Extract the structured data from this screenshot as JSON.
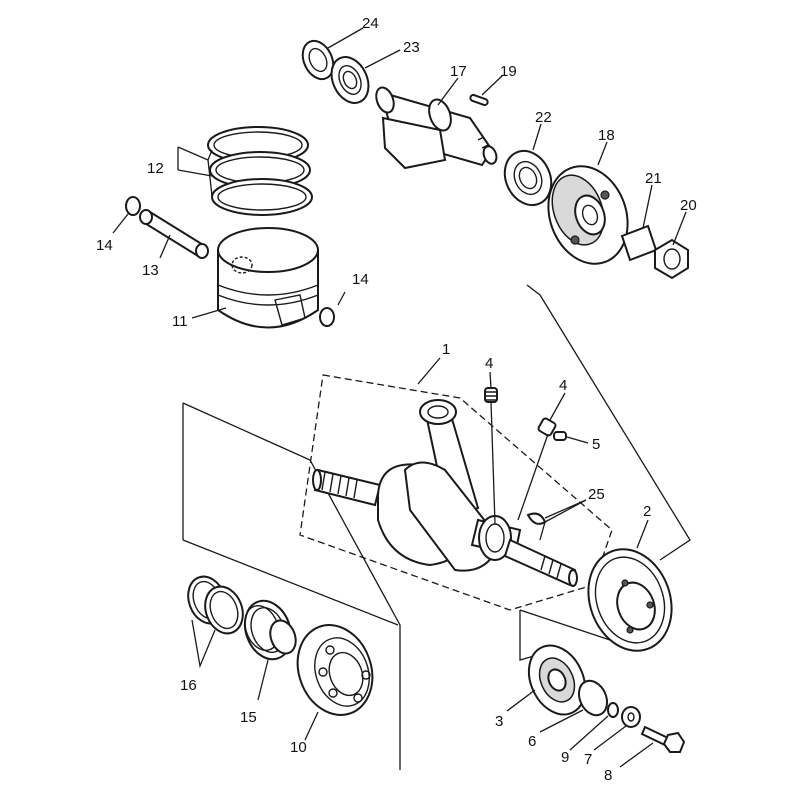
{
  "callouts": {
    "c1": "1",
    "c2": "2",
    "c3": "3",
    "c4a": "4",
    "c4b": "4",
    "c5": "5",
    "c6": "6",
    "c7": "7",
    "c8": "8",
    "c9": "9",
    "c10": "10",
    "c11": "11",
    "c12": "12",
    "c13": "13",
    "c14a": "14",
    "c14b": "14",
    "c15": "15",
    "c16": "16",
    "c17": "17",
    "c18": "18",
    "c19": "19",
    "c20": "20",
    "c21": "21",
    "c22": "22",
    "c23": "23",
    "c24": "24",
    "c25": "25"
  }
}
